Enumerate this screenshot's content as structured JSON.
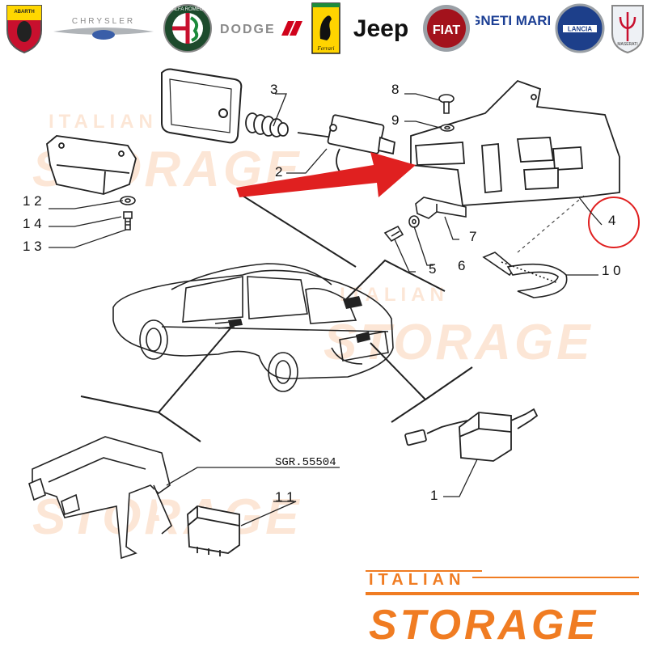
{
  "brands": [
    {
      "name": "ABARTH",
      "icon": "abarth-scorpion-shield-icon"
    },
    {
      "name": "CHRYSLER",
      "icon": "chrysler-wings-icon"
    },
    {
      "name": "ALFA ROMEO",
      "icon": "alfa-romeo-roundel-icon"
    },
    {
      "name": "DODGE",
      "icon": "dodge-wordmark-icon"
    },
    {
      "name": "Ferrari",
      "icon": "ferrari-prancing-horse-icon"
    },
    {
      "name": "Jeep",
      "icon": "jeep-wordmark-icon"
    },
    {
      "name": "FIAT",
      "icon": "fiat-badge-icon"
    },
    {
      "name": "MAGNETI MARELLI",
      "icon": "magneti-marelli-wordmark-icon"
    },
    {
      "name": "LANCIA",
      "icon": "lancia-shield-icon"
    },
    {
      "name": "MASERATI",
      "icon": "maserati-trident-icon"
    }
  ],
  "watermark": {
    "top": "ITALIAN",
    "big": "STORAGE",
    "color": "#f07c22"
  },
  "callouts": {
    "c1": "1",
    "c2": "2",
    "c3": "3",
    "c4": "4",
    "c5": "5",
    "c6": "6",
    "c7": "7",
    "c8": "8",
    "c9": "9",
    "c10": "1 0",
    "c11": "1 1",
    "c12": "1 2",
    "c13": "1 3",
    "c14": "1 4"
  },
  "reference_code": "SGR.55504",
  "colors": {
    "arrow": "#e02020",
    "highlight_circle": "#e02020",
    "line": "#222222"
  }
}
